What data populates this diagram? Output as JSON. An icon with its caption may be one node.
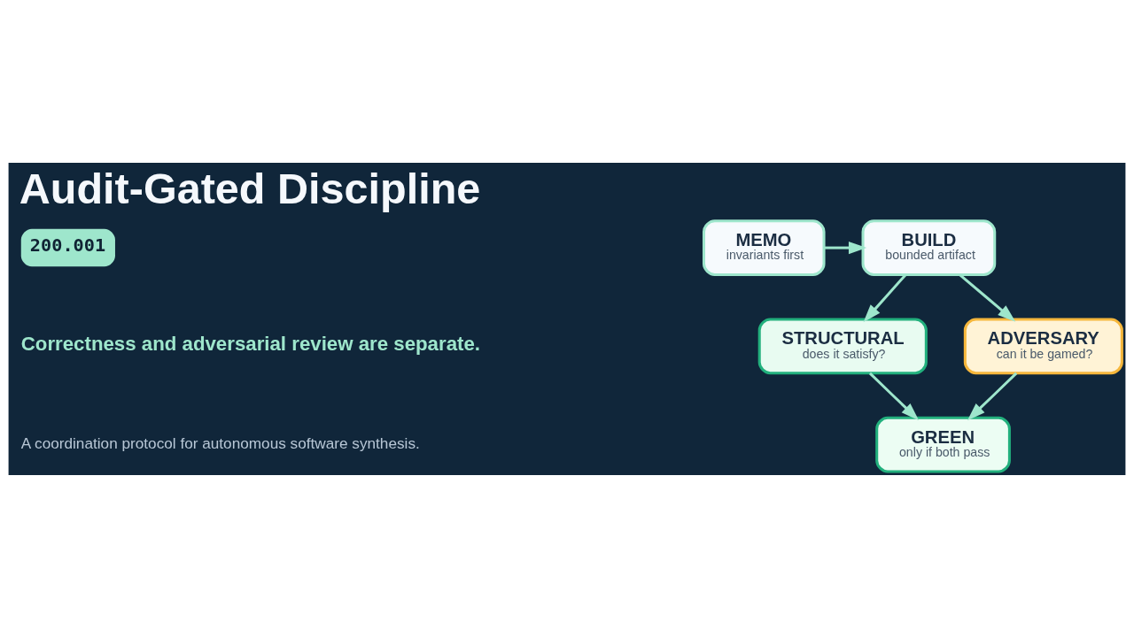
{
  "diagram": {
    "title": "Audit-Gated Discipline",
    "nodes": [
      {
        "text": [
          "MEMO",
          "invariants first"
        ]
      },
      {
        "text": [
          "BUILD",
          "bounded artifact"
        ]
      },
      {
        "text": [
          "STRUCTURAL",
          "does it satisfy?"
        ]
      },
      {
        "text": [
          "ADVERSARY",
          "can it be gamed?"
        ]
      },
      {
        "text": [
          "GREEN",
          "only if both pass"
        ]
      }
    ],
    "edges": [
      {
        "from": 0,
        "to": 1,
        "arrow": "to"
      },
      {
        "from": 1,
        "to": 2,
        "arrow": "to"
      },
      {
        "from": 1,
        "to": 3,
        "arrow": "to"
      },
      {
        "from": 2,
        "to": 4,
        "arrow": "to"
      },
      {
        "from": 3,
        "to": 4,
        "arrow": "to"
      }
    ],
    "labels": [
      "200.001",
      "Correctness and adversarial review are separate.",
      "A coordination protocol for autonomous software synthesis."
    ]
  }
}
